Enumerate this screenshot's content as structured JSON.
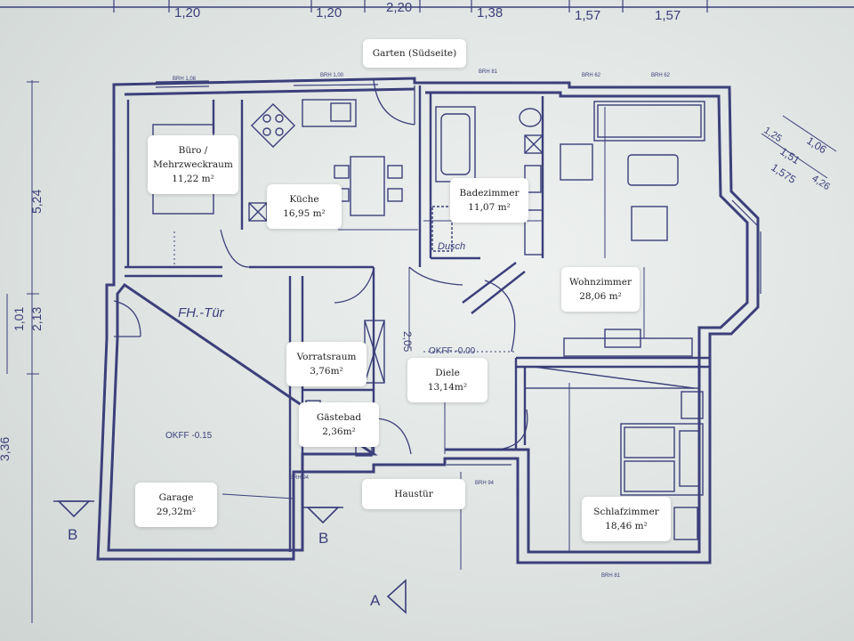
{
  "rooms": {
    "garten": {
      "name": "Garten (Südseite)"
    },
    "buero": {
      "name": "Büro /",
      "name2": "Mehrzweckraum",
      "area": "11,22 m²"
    },
    "kueche": {
      "name": "Küche",
      "area": "16,95 m²"
    },
    "badezimmer": {
      "name": "Badezimmer",
      "area": "11,07 m²"
    },
    "wohnzimmer": {
      "name": "Wohnzimmer",
      "area": "28,06 m²"
    },
    "vorratsraum": {
      "name": "Vorratsraum",
      "area": "3,76m²"
    },
    "diele": {
      "name": "Diele",
      "area": "13,14m²"
    },
    "gaestebad": {
      "name": "Gästebad",
      "area": "2,36m²"
    },
    "haustuer": {
      "name": "Haustür"
    },
    "garage": {
      "name": "Garage",
      "area": "29,32m²"
    },
    "schlafzimmer": {
      "name": "Schlafzimmer",
      "area": "18,46 m²"
    }
  },
  "plan_annotations": {
    "top_dims": [
      "1,20",
      "1,20",
      "2,20",
      "1,38",
      "1,57",
      "1,57"
    ],
    "fh_tuer": "FH.-Tür",
    "okff_garage": "OKFF -0.15",
    "okff_diele": "OKFF -0.00",
    "section_b_left": "B",
    "section_b_right": "B",
    "section_a": "A",
    "left_dims": [
      "5,24",
      "1,01",
      "2,13",
      "3,36"
    ],
    "right_dims": [
      "1,06",
      "1,51",
      "1,575",
      "4,26",
      "1,25"
    ],
    "diele_dim": "2,05",
    "bad_note": "Dusch",
    "brh": [
      "BRH 1,08",
      "BRH 1,00",
      "BRH 81",
      "BRH 62",
      "BRH 62",
      "BRH 94",
      "BRH 94",
      "BRH 81"
    ]
  },
  "colors": {
    "ink": "#3b3f7a",
    "paper": "#e3e7e6",
    "label_bg": "#ffffff"
  }
}
